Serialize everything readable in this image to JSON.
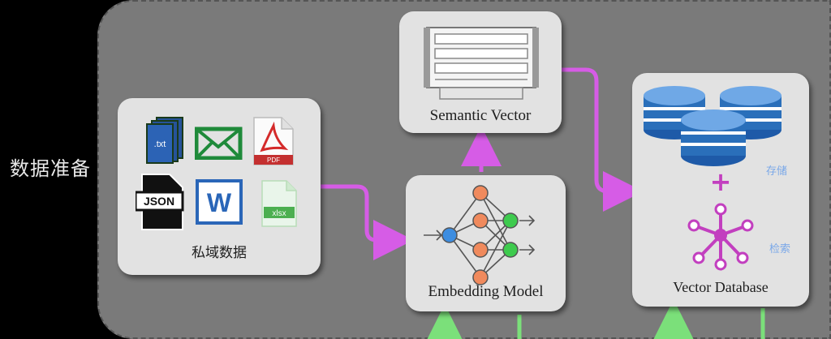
{
  "side_label": "数据准备",
  "private_data": {
    "label": "私域数据",
    "files": [
      "txt",
      "mail",
      "pdf",
      "json",
      "word",
      "xlsx"
    ],
    "txt_text": ".txt",
    "json_text": "JSON",
    "word_text": "W",
    "pdf_text": "PDF",
    "xlsx_text": "xlsx"
  },
  "semantic_vector": {
    "label": "Semantic Vector"
  },
  "embedding_model": {
    "label": "Embedding Model"
  },
  "vector_db": {
    "label": "Vector Database",
    "plus": "+",
    "tag_store": "存储",
    "tag_search": "检索"
  },
  "colors": {
    "panel": "#7a7a7a",
    "card": "#e2e2e2",
    "flow_arrow": "#d65ce6",
    "up_arrow": "#7be07a",
    "db_blue": "#2a6fba",
    "graph_magenta": "#c23fbf"
  }
}
